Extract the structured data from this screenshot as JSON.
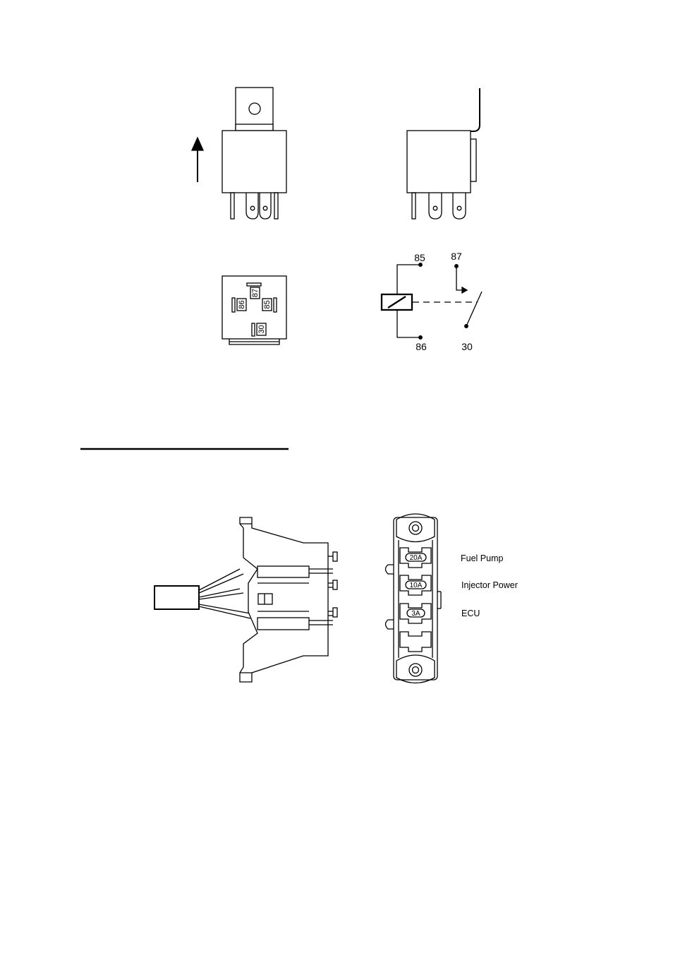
{
  "relay_schematic": {
    "terminal_85": "85",
    "terminal_86": "86",
    "terminal_87": "87",
    "terminal_30": "30"
  },
  "relay_base": {
    "pin_87": "87",
    "pin_86": "86",
    "pin_85": "85",
    "pin_30": "30"
  },
  "fuse_box": {
    "fuses": [
      {
        "rating": "20A",
        "circuit": "Fuel Pump"
      },
      {
        "rating": "10A",
        "circuit": "Injector Power"
      },
      {
        "rating": "3A",
        "circuit": "ECU"
      }
    ]
  },
  "colors": {
    "ink": "#000000",
    "paper": "#ffffff"
  }
}
